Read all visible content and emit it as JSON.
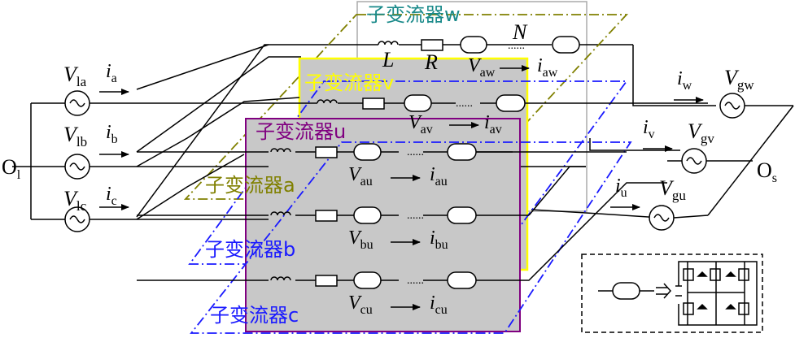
{
  "left_node": {
    "main": "O",
    "sub": "l"
  },
  "right_node": {
    "main": "O",
    "sub": "s"
  },
  "sources_left": [
    {
      "v_main": "V",
      "v_sub": "la",
      "i_main": "i",
      "i_sub": "a"
    },
    {
      "v_main": "V",
      "v_sub": "lb",
      "i_main": "i",
      "i_sub": "b"
    },
    {
      "v_main": "V",
      "v_sub": "lc",
      "i_main": "i",
      "i_sub": "c"
    }
  ],
  "sources_right": [
    {
      "v_main": "V",
      "v_sub": "gw",
      "i_main": "i",
      "i_sub": "w"
    },
    {
      "v_main": "V",
      "v_sub": "gv",
      "i_main": "i",
      "i_sub": "v"
    },
    {
      "v_main": "V",
      "v_sub": "gu",
      "i_main": "i",
      "i_sub": "u"
    }
  ],
  "converters": {
    "w": {
      "title": "子变流器w",
      "v_main": "V",
      "v_sub": "aw",
      "i_main": "i",
      "i_sub": "aw"
    },
    "v": {
      "title": "子变流器v",
      "v_main": "V",
      "v_sub": "av",
      "i_main": "i",
      "i_sub": "av"
    },
    "u": {
      "title": "子变流器u",
      "v_main": "V",
      "v_sub": "au",
      "i_main": "i",
      "i_sub": "au"
    },
    "a": {
      "title": "子变流器a"
    },
    "b": {
      "title": "子变流器b",
      "v_main": "V",
      "v_sub": "bu",
      "i_main": "i",
      "i_sub": "bu"
    },
    "c": {
      "title": "子变流器c",
      "v_main": "V",
      "v_sub": "cu",
      "i_main": "i",
      "i_sub": "cu"
    }
  },
  "component_labels": {
    "inductor": "L",
    "resistor": "R",
    "count": "N",
    "dots": "......"
  },
  "colors": {
    "w": "#1a8a8a",
    "v": "#ffff00",
    "u": "#800080",
    "a": "#808000",
    "bc": "#1a1aff",
    "gray": "#c8c8c8",
    "frame_w": "#aaaaaa"
  }
}
